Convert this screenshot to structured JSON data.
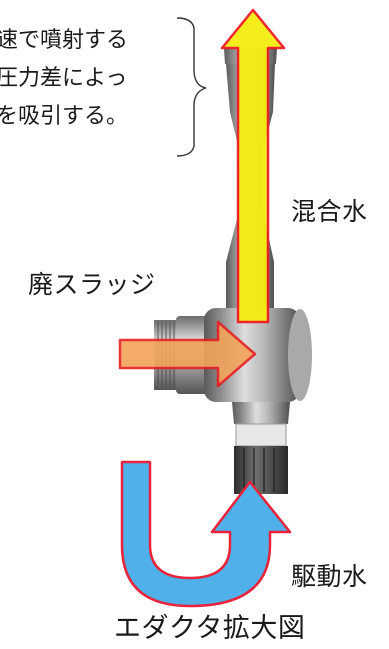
{
  "callout": {
    "lines": [
      "速で噴射する",
      "圧力差によっ",
      "を吸引する。"
    ]
  },
  "labels": {
    "mixed_water": "混合水",
    "waste_sludge": "廃スラッジ",
    "drive_water": "駆動水",
    "caption": "エダクタ拡大図"
  },
  "colors": {
    "mixed_flow_fill": "#f5ee10",
    "mixed_flow_stroke": "#ee1c24",
    "sludge_flow_fill": "#f3a35a",
    "sludge_flow_stroke": "#e81f24",
    "drive_flow_fill": "#4fb0ea",
    "drive_flow_stroke": "#e8233a",
    "device_body": "#9b9b9b"
  },
  "icons": {
    "mixed": "up-arrow-icon",
    "sludge": "right-arrow-icon",
    "drive": "u-turn-arrow-icon"
  }
}
